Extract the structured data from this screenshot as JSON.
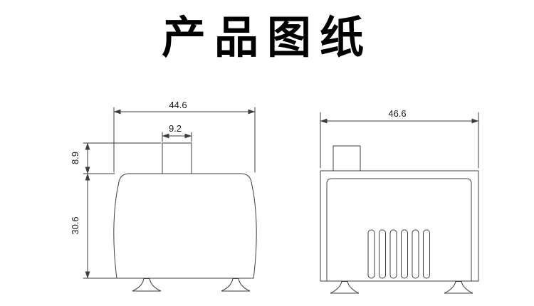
{
  "title": "产品图纸",
  "front_view": {
    "overall_width": "44.6",
    "outlet_width": "9.2",
    "outlet_height": "8.9",
    "body_height": "30.6"
  },
  "side_view": {
    "overall_width": "46.6"
  }
}
